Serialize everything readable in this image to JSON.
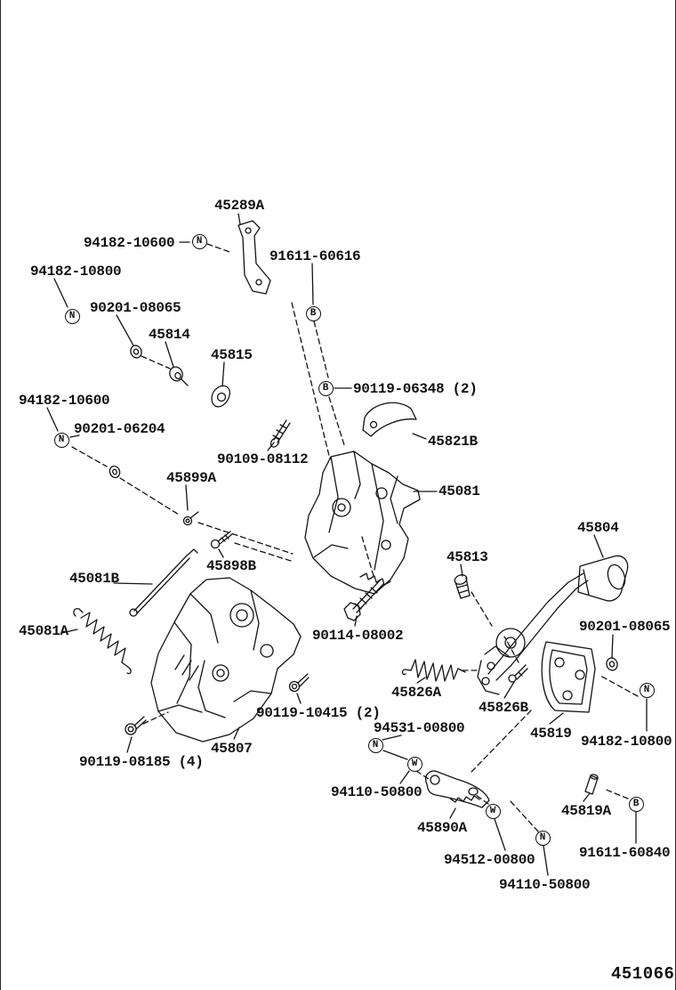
{
  "figure": {
    "number": "451066"
  },
  "labels": [
    {
      "text": "45289A"
    },
    {
      "text": "94182-10600"
    },
    {
      "text": "91611-60616"
    },
    {
      "text": "94182-10800"
    },
    {
      "text": "90201-08065"
    },
    {
      "text": "45814"
    },
    {
      "text": "45815"
    },
    {
      "text": "90119-06348 (2)"
    },
    {
      "text": "94182-10600"
    },
    {
      "text": "90201-06204"
    },
    {
      "text": "45821B"
    },
    {
      "text": "90109-08112"
    },
    {
      "text": "45899A"
    },
    {
      "text": "45081"
    },
    {
      "text": "45804"
    },
    {
      "text": "45813"
    },
    {
      "text": "45898B"
    },
    {
      "text": "45081B"
    },
    {
      "text": "90201-08065"
    },
    {
      "text": "45081A"
    },
    {
      "text": "90114-08002"
    },
    {
      "text": "45826A"
    },
    {
      "text": "45826B"
    },
    {
      "text": "90119-10415 (2)"
    },
    {
      "text": "94531-00800"
    },
    {
      "text": "45819"
    },
    {
      "text": "94182-10800"
    },
    {
      "text": "45807"
    },
    {
      "text": "90119-08185 (4)"
    },
    {
      "text": "94110-50800"
    },
    {
      "text": "45819A"
    },
    {
      "text": "45890A"
    },
    {
      "text": "91611-60840"
    },
    {
      "text": "94512-00800"
    },
    {
      "text": "94110-50800"
    }
  ],
  "symbols": [
    {
      "letter": "N"
    },
    {
      "letter": "B"
    },
    {
      "letter": "N"
    },
    {
      "letter": "B"
    },
    {
      "letter": "N"
    },
    {
      "letter": "N"
    },
    {
      "letter": "N"
    },
    {
      "letter": "W"
    },
    {
      "letter": "W"
    },
    {
      "letter": "B"
    },
    {
      "letter": "N"
    }
  ]
}
